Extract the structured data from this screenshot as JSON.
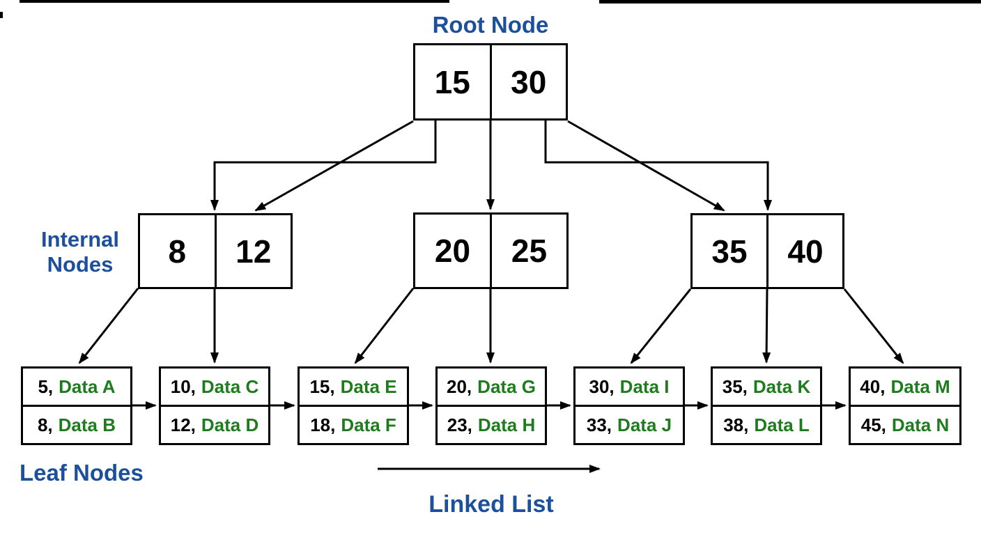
{
  "labels": {
    "root": "Root Node",
    "internal_line1": "Internal",
    "internal_line2": "Nodes",
    "leaf": "Leaf Nodes",
    "linked_list": "Linked List"
  },
  "colors": {
    "label_blue": "#1C4F9C",
    "data_green": "#1E7B1E",
    "line_black": "#000000",
    "background": "#FFFFFF"
  },
  "root_node": {
    "keys": [
      "15",
      "30"
    ]
  },
  "internal_nodes": [
    {
      "keys": [
        "8",
        "12"
      ]
    },
    {
      "keys": [
        "20",
        "25"
      ]
    },
    {
      "keys": [
        "35",
        "40"
      ]
    }
  ],
  "leaf_nodes": [
    {
      "rows": [
        {
          "key": "5,",
          "value": "Data A"
        },
        {
          "key": "8,",
          "value": "Data B"
        }
      ]
    },
    {
      "rows": [
        {
          "key": "10,",
          "value": "Data C"
        },
        {
          "key": "12,",
          "value": "Data D"
        }
      ]
    },
    {
      "rows": [
        {
          "key": "15,",
          "value": "Data E"
        },
        {
          "key": "18,",
          "value": "Data F"
        }
      ]
    },
    {
      "rows": [
        {
          "key": "20,",
          "value": "Data G"
        },
        {
          "key": "23,",
          "value": "Data H"
        }
      ]
    },
    {
      "rows": [
        {
          "key": "30,",
          "value": "Data I"
        },
        {
          "key": "33,",
          "value": "Data J"
        }
      ]
    },
    {
      "rows": [
        {
          "key": "35,",
          "value": "Data K"
        },
        {
          "key": "38,",
          "value": "Data L"
        }
      ]
    },
    {
      "rows": [
        {
          "key": "40,",
          "value": "Data M"
        },
        {
          "key": "45,",
          "value": "Data N"
        }
      ]
    }
  ]
}
